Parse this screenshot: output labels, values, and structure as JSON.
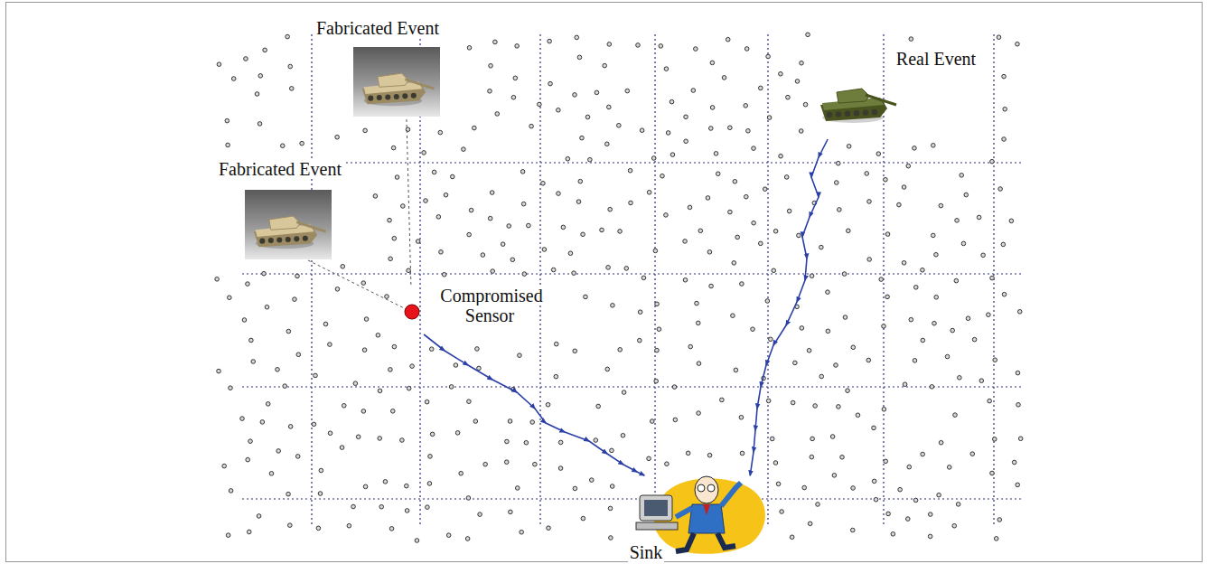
{
  "diagram": {
    "nodes": [
      {
        "text": [
          "Fabricated Event"
        ]
      },
      {
        "text": [
          "Real Event"
        ]
      },
      {
        "text": [
          "Fabricated Event"
        ]
      },
      {
        "text": [
          "Compromised Sensor"
        ]
      },
      {
        "text": [
          "Sink"
        ]
      }
    ],
    "edges": [
      {
        "from": 0,
        "to": 3,
        "arrow": "none"
      },
      {
        "from": 2,
        "to": 3,
        "arrow": "none"
      },
      {
        "from": 3,
        "to": 4,
        "arrow": "to"
      },
      {
        "from": 1,
        "to": 4,
        "arrow": "to"
      }
    ]
  }
}
